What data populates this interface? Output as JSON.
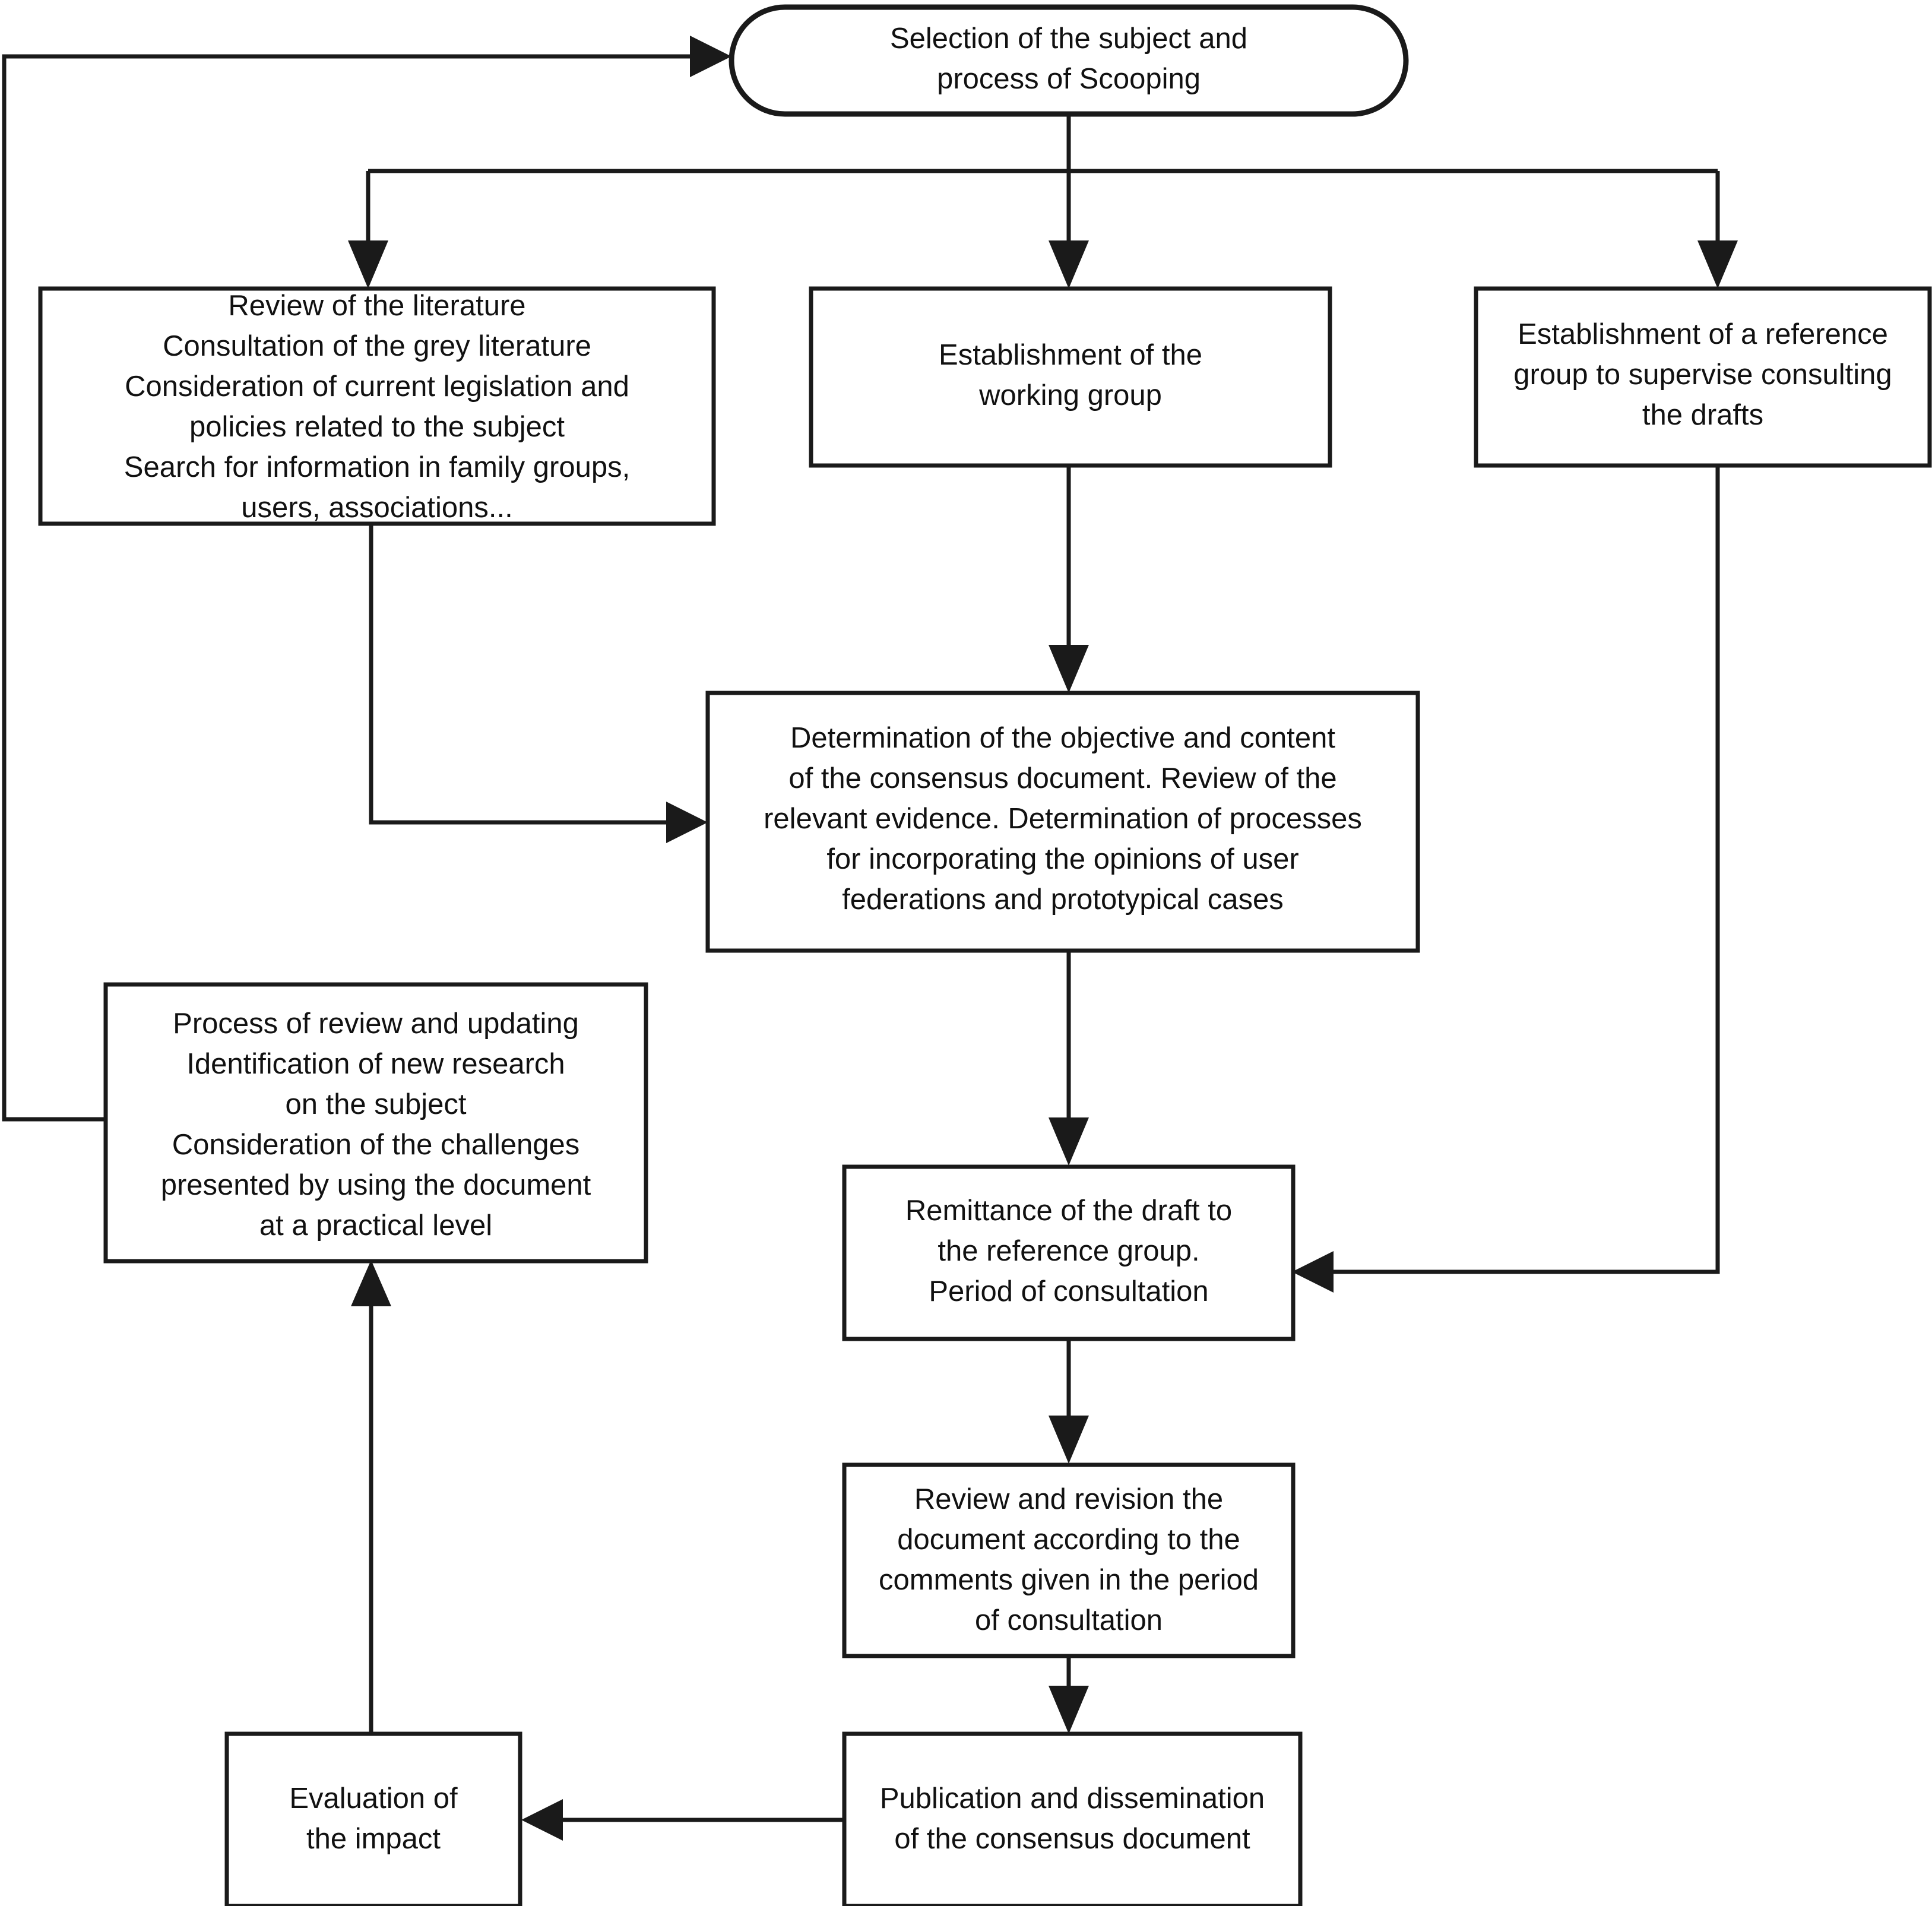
{
  "diagram": {
    "title": "Consensus document development flowchart",
    "line_color": "#1a1a1a",
    "box_fill": "#ffffff",
    "text_color": "#111111"
  },
  "nodes": {
    "selection": {
      "shape": "rounded-rectangle",
      "lines": [
        "Selection of the subject and",
        "process of Scooping"
      ]
    },
    "review_literature": {
      "shape": "rectangle",
      "lines": [
        "Review of the literature",
        "Consultation of the grey literature",
        "Consideration of current legislation and",
        "policies related to the subject",
        "Search for information in family groups,",
        "users, associations..."
      ]
    },
    "working_group": {
      "shape": "rectangle",
      "lines": [
        "Establishment of the",
        "working group"
      ]
    },
    "reference_group": {
      "shape": "rectangle",
      "lines": [
        "Establishment of a reference",
        "group to supervise consulting",
        "the drafts"
      ]
    },
    "determination": {
      "shape": "rectangle",
      "lines": [
        "Determination of the objective and content",
        "of the consensus document. Review of the",
        "relevant evidence. Determination of processes",
        "for incorporating the opinions of user",
        "federations and prototypical cases"
      ]
    },
    "process_review": {
      "shape": "rectangle",
      "lines": [
        "Process of review and updating",
        "Identification of new research",
        "on the subject",
        "Consideration of the challenges",
        "presented by using the document",
        "at a practical level"
      ]
    },
    "remittance": {
      "shape": "rectangle",
      "lines": [
        "Remittance of the draft to",
        "the reference group.",
        "Period of consultation"
      ]
    },
    "revision": {
      "shape": "rectangle",
      "lines": [
        "Review and revision the",
        "document according to the",
        "comments given in the period",
        "of consultation"
      ]
    },
    "publication": {
      "shape": "rectangle",
      "lines": [
        "Publication and dissemination",
        "of the consensus document"
      ]
    },
    "evaluation": {
      "shape": "rectangle",
      "lines": [
        "Evaluation of",
        "the impact"
      ]
    }
  },
  "edges": [
    {
      "id": "selection-to-literature",
      "from": "selection",
      "to": "review_literature",
      "arrow": "down"
    },
    {
      "id": "selection-to-working-group",
      "from": "selection",
      "to": "working_group",
      "arrow": "down"
    },
    {
      "id": "selection-to-reference-group",
      "from": "selection",
      "to": "reference_group",
      "arrow": "down"
    },
    {
      "id": "literature-to-determination",
      "from": "review_literature",
      "to": "determination",
      "arrow": "right"
    },
    {
      "id": "working-group-to-determination",
      "from": "working_group",
      "to": "determination",
      "arrow": "down"
    },
    {
      "id": "determination-to-remittance",
      "from": "determination",
      "to": "remittance",
      "arrow": "down"
    },
    {
      "id": "reference-group-to-remittance",
      "from": "reference_group",
      "to": "remittance",
      "arrow": "left"
    },
    {
      "id": "remittance-to-revision",
      "from": "remittance",
      "to": "revision",
      "arrow": "down"
    },
    {
      "id": "revision-to-publication",
      "from": "revision",
      "to": "publication",
      "arrow": "down"
    },
    {
      "id": "publication-to-evaluation",
      "from": "publication",
      "to": "evaluation",
      "arrow": "left"
    },
    {
      "id": "evaluation-to-process-review",
      "from": "evaluation",
      "to": "process_review",
      "arrow": "up"
    },
    {
      "id": "process-review-to-selection",
      "from": "process_review",
      "to": "selection",
      "arrow": "right"
    }
  ]
}
